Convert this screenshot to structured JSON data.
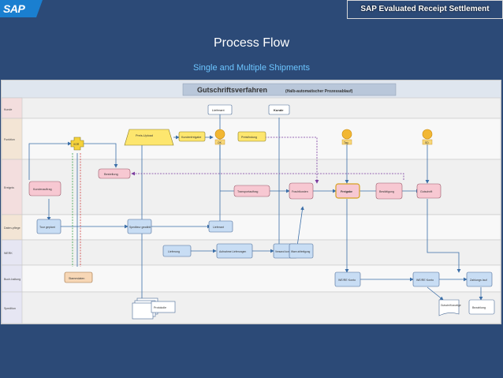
{
  "header": {
    "logo_text": "SAP",
    "corner_title": "SAP Evaluated Receipt Settlement",
    "title": "Process Flow",
    "subtitle": "Single and Multiple Shipments"
  },
  "diagram": {
    "title": "Gutschriftsverfahren",
    "title_note": "(Halb-automatischer Prozessablauf)",
    "lanes": [
      "Kunde",
      "Funktion",
      "Ereignis",
      "Daten-pflege",
      "WERK",
      "Buch-haltung",
      "Spedition"
    ],
    "boxes": {
      "lieferant_top": "Lieferant",
      "kunde_top": "Kunde",
      "preis_upload": "Preis-Upload",
      "kundenfreigabe": "Kundenfreigabe",
      "preisfindung": "Preisfindung",
      "bestellung": "Bestellung",
      "kundenauftrag": "Kundenauftrag",
      "transportauftrag": "Transportauftrag",
      "frachtkosten": "Frachtkosten",
      "freigabe": "Freigabe",
      "bestaetigung": "Bestätigung",
      "gutschrift": "Gutschrift",
      "tour_geplant": "Tour geplant",
      "spediteur_gewaehlt": "Spediteur gewählt",
      "lieferant_mid": "Lieferant",
      "lieferung": "Lieferung",
      "aufnahme_lieferungen": "Aufnahme Lieferungen",
      "versand_kontrolle": "Versand kontrolle",
      "ware_abfertigung": "Ware abfertigung",
      "stammdaten": "Stammdaten",
      "we_re_konto_1": "WE/RE Konto",
      "we_re_konto_2": "WE/RE Konto",
      "zahlungs_lauf": "Zahlungs lauf",
      "gutschrift_anzeige": "Gutschrift anzeige",
      "bezahlung": "Bezahlung",
      "protokolle": "Protokolle"
    },
    "gateway": {
      "label": "XOR"
    },
    "events": {
      "e1": "OK",
      "e2": "Tag",
      "e3": "SD"
    }
  },
  "colors": {
    "background": "#2c4a77",
    "accent_text": "#6cc5ff",
    "event_box": "#f7c8d2",
    "function_box": "#c8ddf4",
    "upload_box": "#fde66e",
    "gold_event": "#f2b733"
  }
}
